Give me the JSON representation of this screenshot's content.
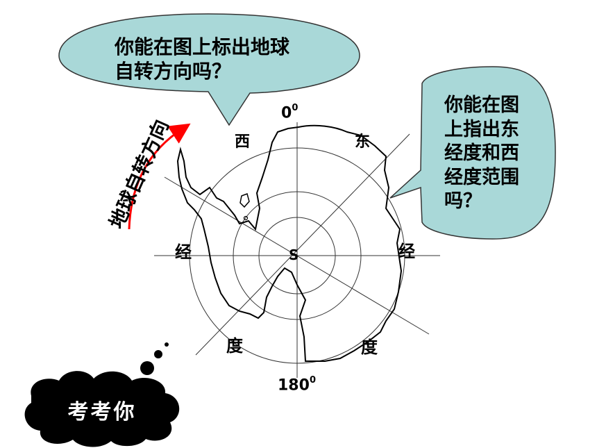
{
  "bubble_question_rotation": "你能在图上标出地球自转方向吗？",
  "bubble_question_rotation_lines": [
    "你能在图上标出地球",
    "自转方向吗？"
  ],
  "bubble_question_longitude_lines": [
    "你能在图",
    "上指出东",
    "经度和西",
    "经度范围",
    "吗？"
  ],
  "map": {
    "label_0": "0",
    "label_0_sup": "0",
    "label_180": "180",
    "label_180_sup": "0",
    "west": "西",
    "east": "东",
    "jing_left": "经",
    "jing_right": "经",
    "du_left": "度",
    "du_right": "度",
    "pole": "S"
  },
  "rotation_label": "地球自转方向",
  "quiz_label": "考考你",
  "colors": {
    "bubble_fill": "#a9d8d8",
    "arrow": "#ff0000",
    "cloud": "#000000"
  }
}
